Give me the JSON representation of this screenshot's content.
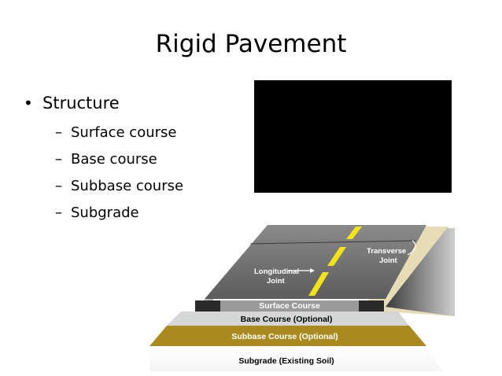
{
  "slide": {
    "title": "Rigid Pavement",
    "bullet": "Structure",
    "sub_items": [
      "Surface course",
      "Base course",
      "Subbase course",
      "Subgrade"
    ]
  },
  "diagram": {
    "labels": {
      "transverse": "Transverse",
      "joint_a": "Joint",
      "longitudinal": "Longitudinal",
      "joint_b": "Joint",
      "surface": "Surface Course",
      "base": "Base Course (Optional)",
      "subbase": "Subbase Course (Optional)",
      "subgrade": "Subgrade (Existing Soil)"
    },
    "colors": {
      "surface": "#6f6f6f",
      "stripe": "#f2e21a",
      "base": "#d6d6d6",
      "subbase": "#a98a1f",
      "shoulder": "#4a4a4a"
    }
  }
}
